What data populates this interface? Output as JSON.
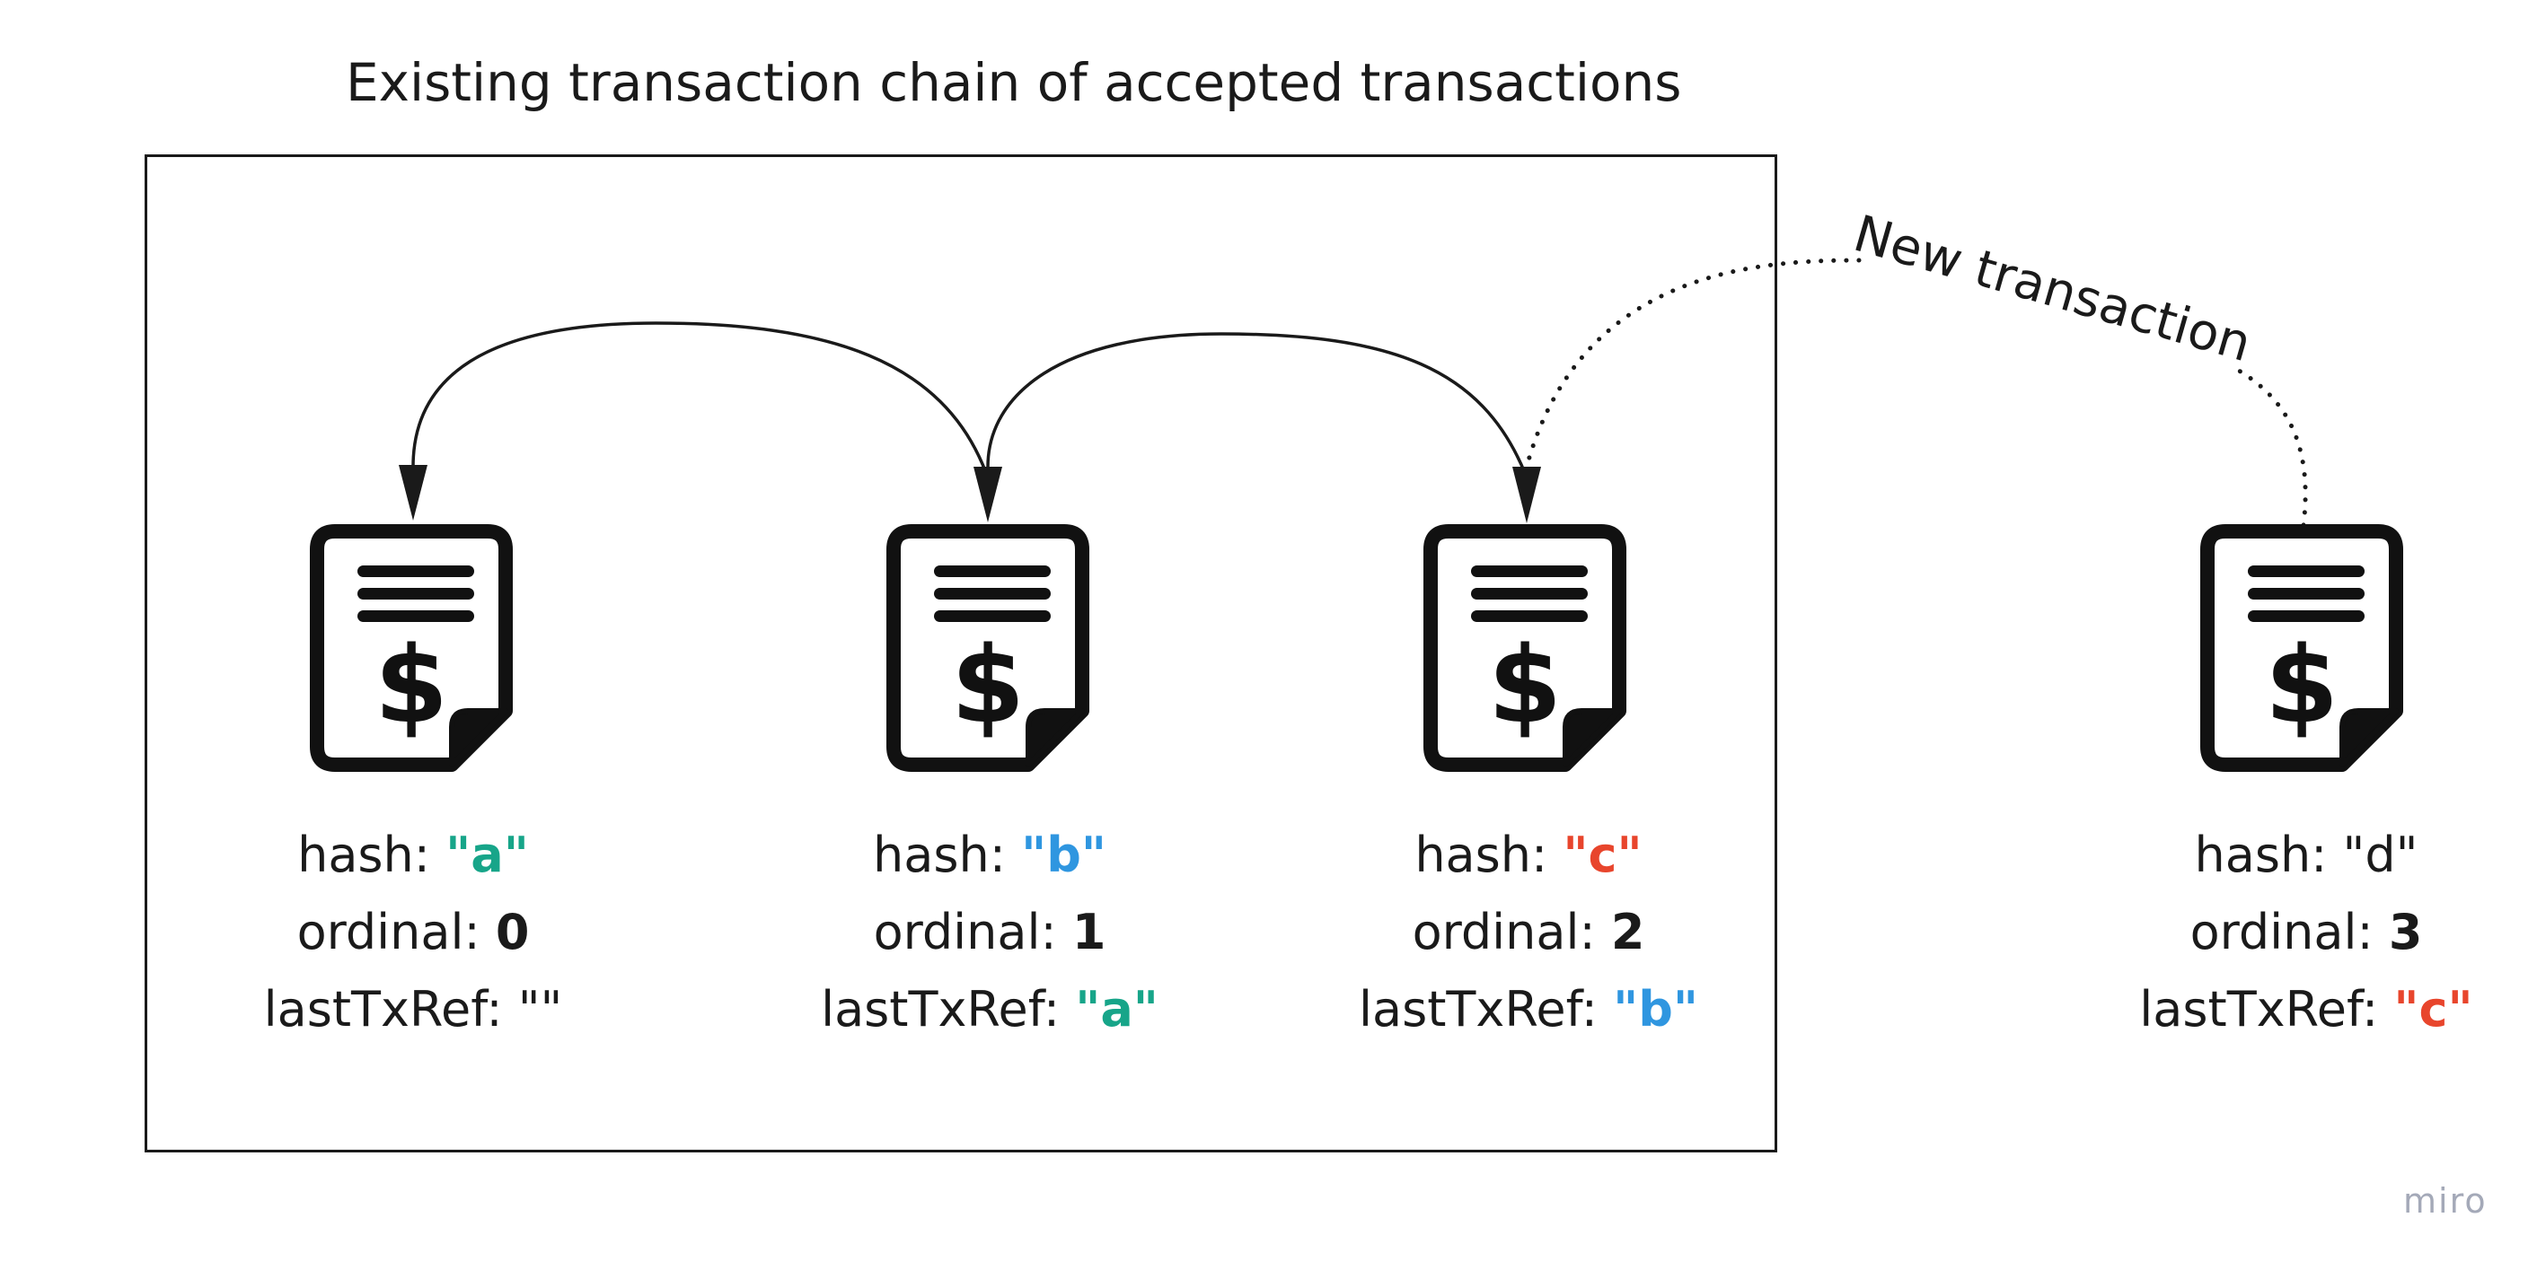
{
  "title": "Existing transaction chain of accepted transactions",
  "new_transaction_label": "New transaction",
  "watermark": "miro",
  "colors": {
    "a": "#17a589",
    "b": "#2f96e0",
    "c": "#e8452c",
    "default": "#1a1a1a"
  },
  "icon": "invoice-dollar-icon",
  "field_labels": {
    "hash": "hash: ",
    "ordinal": "ordinal: ",
    "lastTxRef": "lastTxRef: "
  },
  "transactions": [
    {
      "hash": "\"a\"",
      "ordinal": "0",
      "lastTxRef": "\"\""
    },
    {
      "hash": "\"b\"",
      "ordinal": "1",
      "lastTxRef": "\"a\""
    },
    {
      "hash": "\"c\"",
      "ordinal": "2",
      "lastTxRef": "\"b\""
    },
    {
      "hash": "\"d\"",
      "ordinal": "3",
      "lastTxRef": "\"c\""
    }
  ]
}
